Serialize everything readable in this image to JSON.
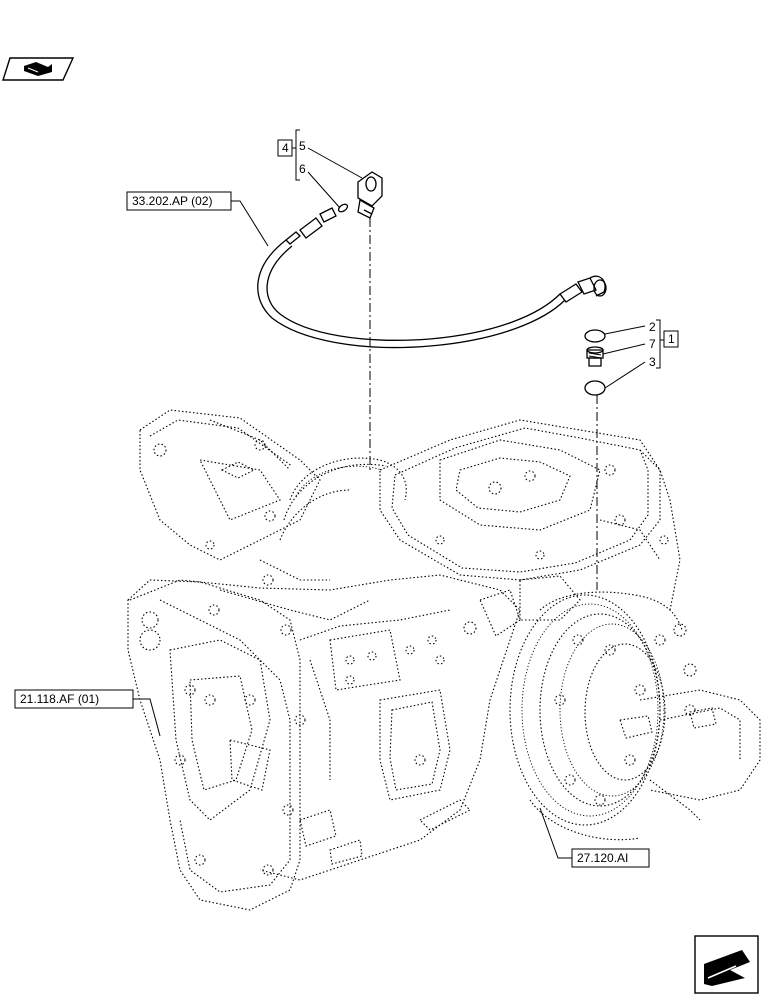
{
  "callouts": {
    "item_2": "2",
    "item_7": "7",
    "item_3": "3",
    "item_1": "1",
    "item_4": "4",
    "item_5": "5",
    "item_6": "6"
  },
  "references": {
    "hose": "33.202.AP (02)",
    "housing": "21.118.AF (01)",
    "axle": "27.120.AI"
  },
  "icons": {
    "top_left": "assembly-view-icon",
    "bottom_right": "next-page-arrow-icon"
  }
}
